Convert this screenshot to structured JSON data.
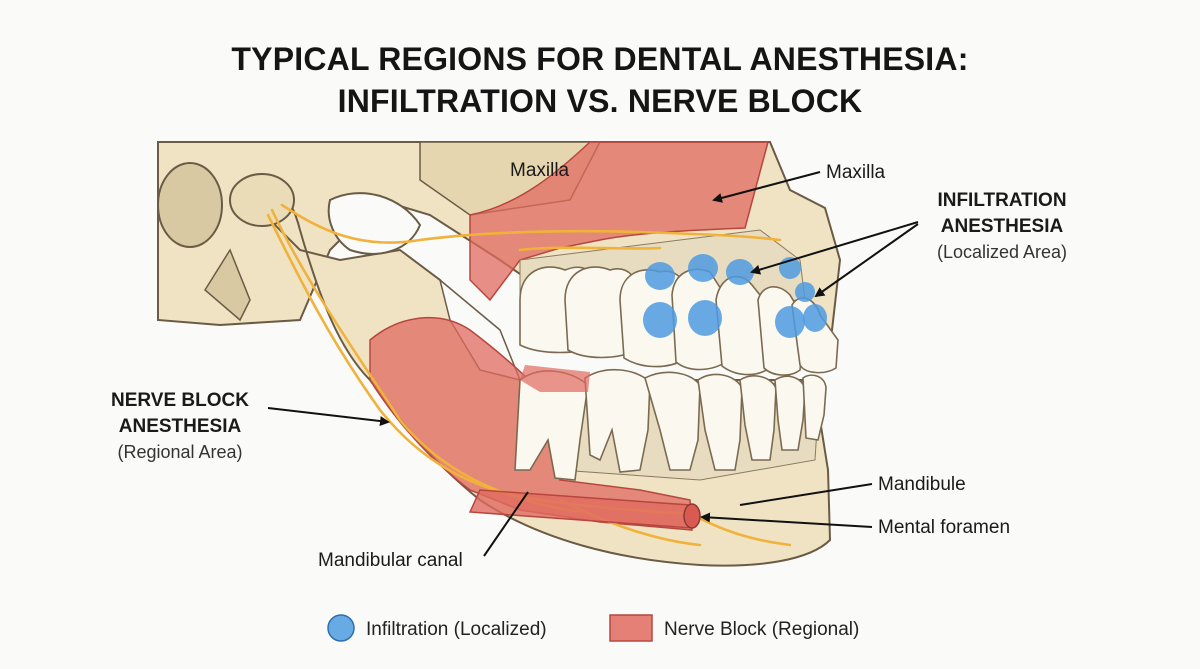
{
  "title": {
    "line1": "TYPICAL REGIONS FOR DENTAL ANESTHESIA:",
    "line2": "INFILTRATION VS. NERVE BLOCK"
  },
  "labels": {
    "maxilla_left": "Maxilla",
    "maxilla_right": "Maxilla",
    "infiltration_title_1": "INFILTRATION",
    "infiltration_title_2": "ANESTHESIA",
    "infiltration_sub": "(Localized Area)",
    "nerve_block_title_1": "NERVE BLOCK",
    "nerve_block_title_2": "ANESTHESIA",
    "nerve_block_sub": "(Regional Area)",
    "mandibule": "Mandibule",
    "mental_foramen": "Mental foramen",
    "mandibular_canal": "Mandibular canal"
  },
  "legend": {
    "infiltration": "Infiltration (Localized)",
    "nerve_block": "Nerve Block (Regional)"
  },
  "colors": {
    "bone": "#efe3c4",
    "bone_shadow": "#d9c9a2",
    "outline": "#6b5b45",
    "nerve_block_fill": "#e06a60",
    "infiltration_fill": "#4d9be0",
    "nerve": "#f0b23a",
    "tooth": "#fbf8f0"
  }
}
